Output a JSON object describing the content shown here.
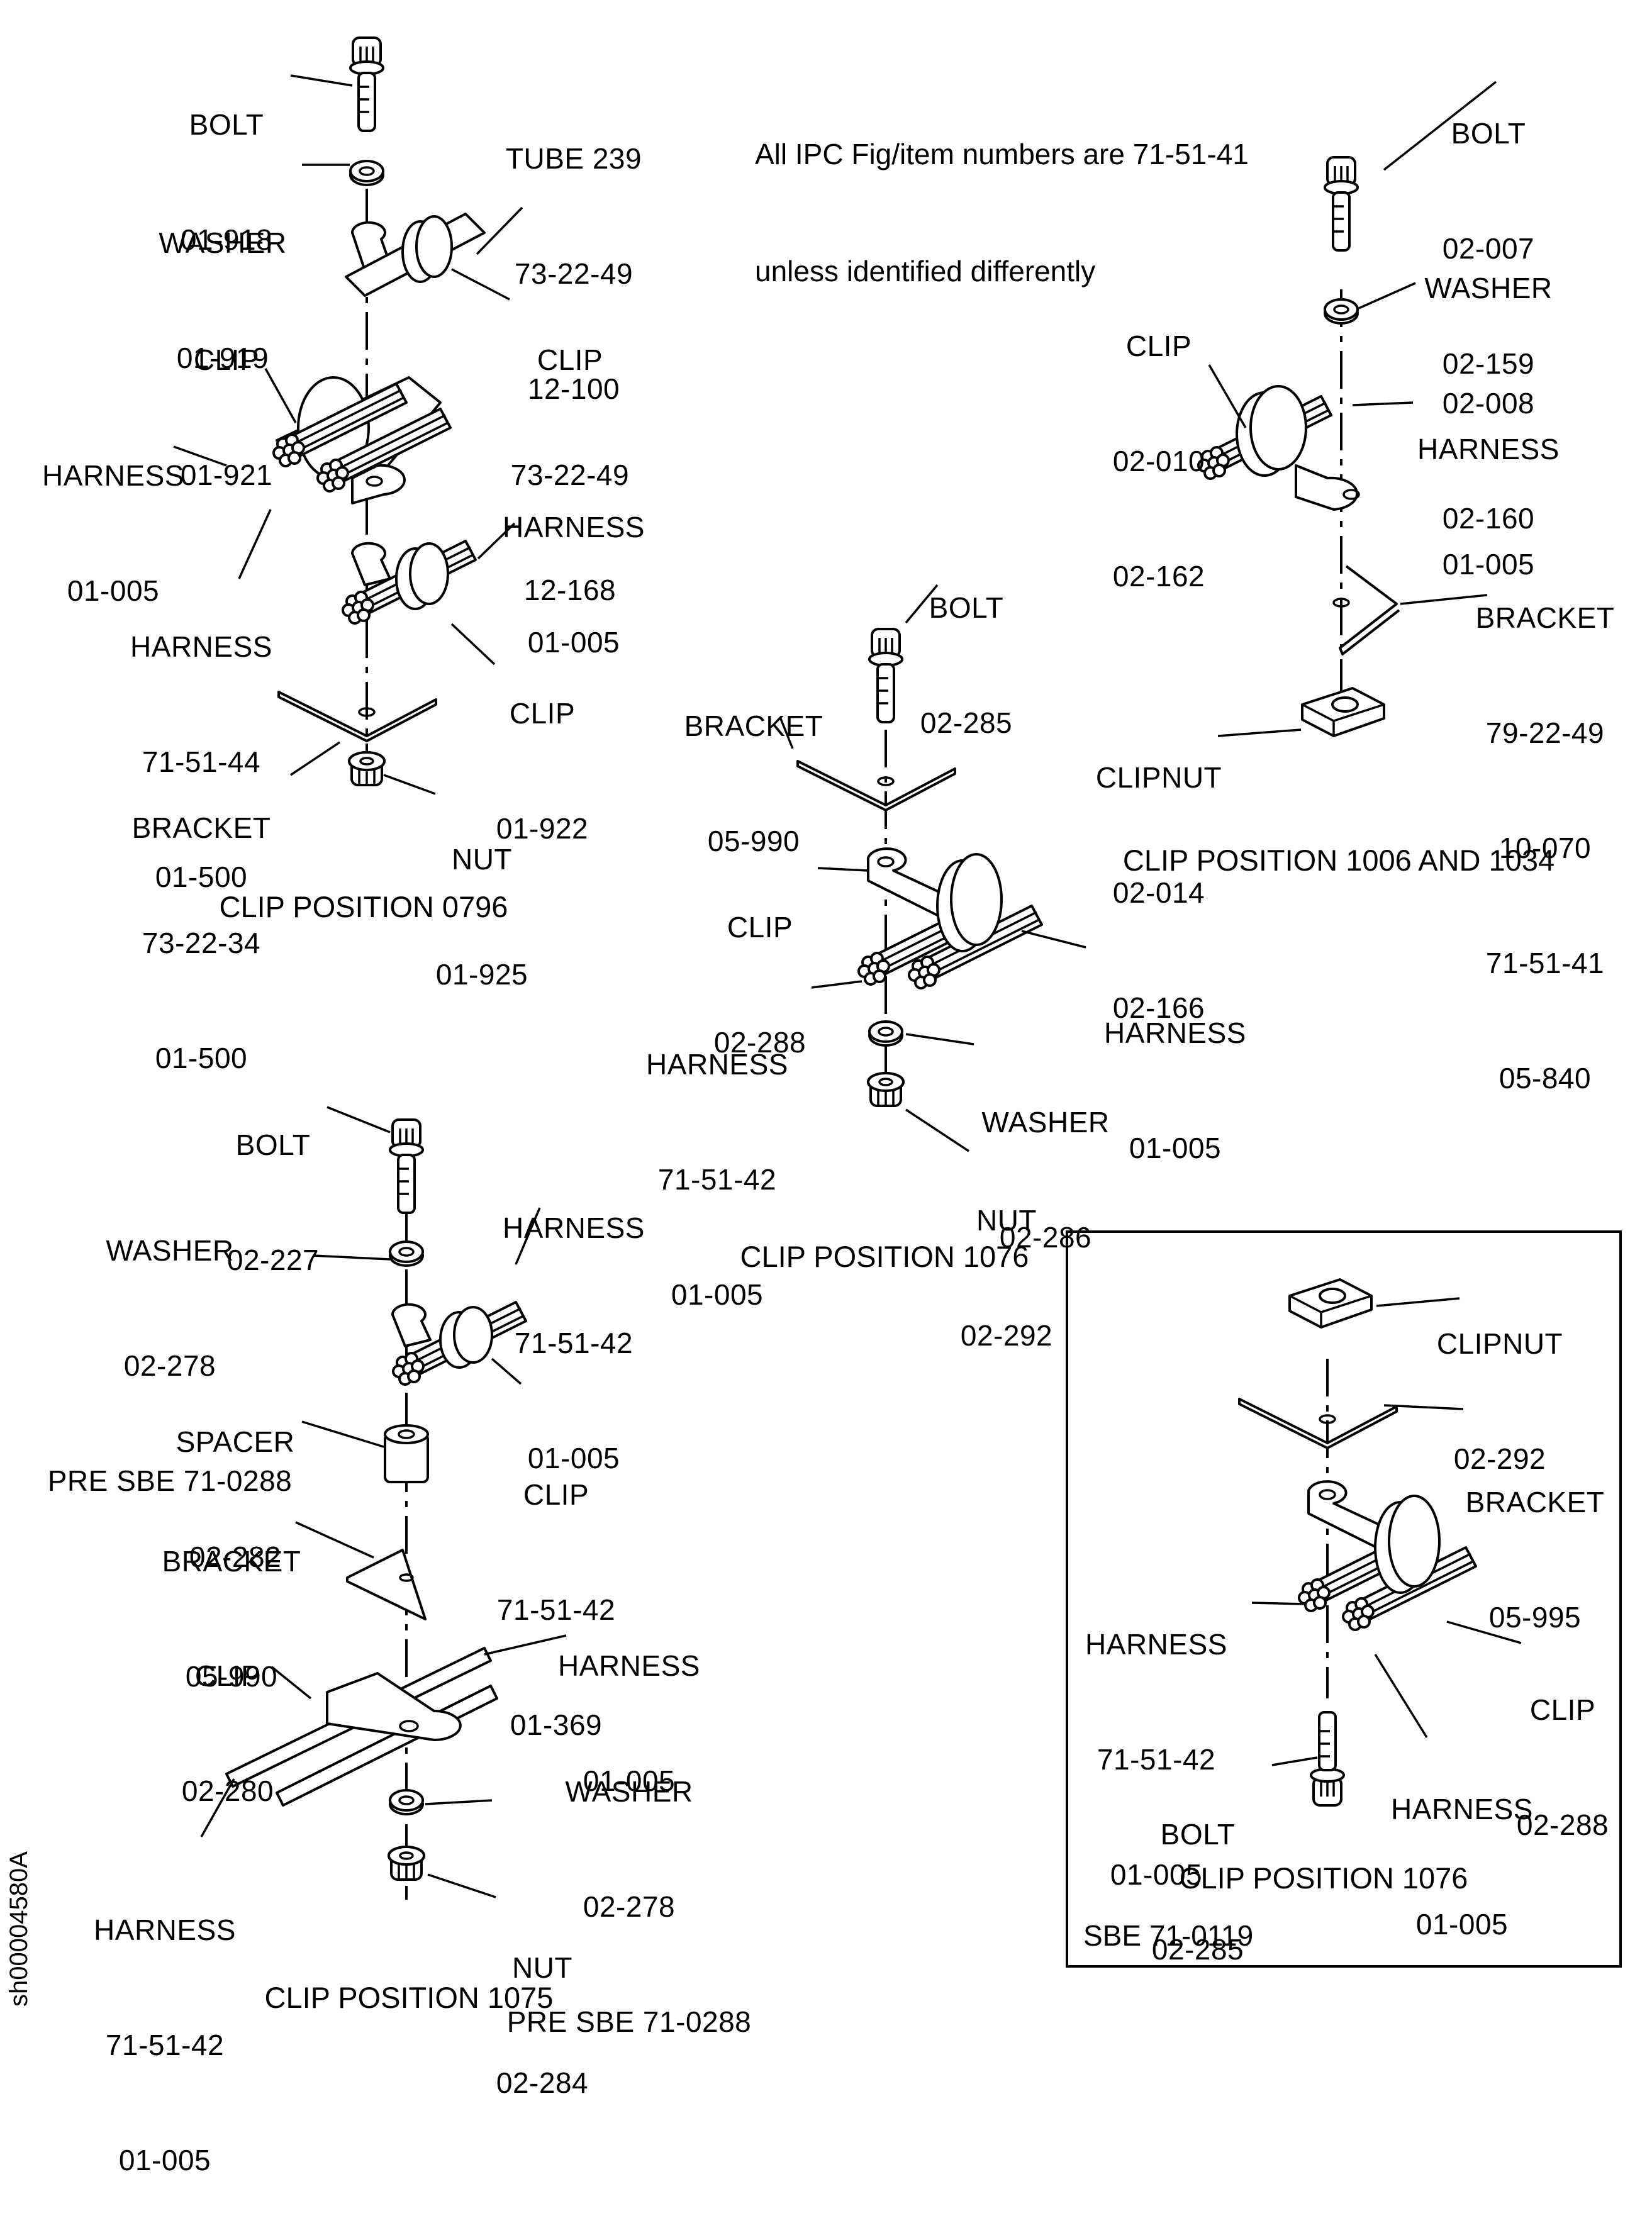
{
  "note": {
    "line1": "All IPC Fig/item numbers are 71-51-41",
    "line2": "unless identified differently"
  },
  "sheet_id": "sh00004580A",
  "views": {
    "pos0796": {
      "title": "CLIP POSITION 0796",
      "callouts": [
        {
          "name": "BOLT",
          "lines": [
            "BOLT",
            "01-918"
          ]
        },
        {
          "name": "TUBE",
          "lines": [
            "TUBE 239",
            "73-22-49",
            "12-100"
          ]
        },
        {
          "name": "WASHER",
          "lines": [
            "WASHER",
            "01-919"
          ]
        },
        {
          "name": "CLIP_A",
          "lines": [
            "CLIP",
            "01-921"
          ]
        },
        {
          "name": "CLIP_B",
          "lines": [
            "CLIP",
            "73-22-49",
            "12-168"
          ]
        },
        {
          "name": "HARNESS_A",
          "lines": [
            "HARNESS",
            "01-005"
          ]
        },
        {
          "name": "HARNESS_B",
          "lines": [
            "HARNESS",
            "01-005"
          ]
        },
        {
          "name": "HARNESS_C",
          "lines": [
            "HARNESS",
            "71-51-44",
            "01-500"
          ]
        },
        {
          "name": "CLIP_C",
          "lines": [
            "CLIP",
            "01-922"
          ]
        },
        {
          "name": "BRACKET",
          "lines": [
            "BRACKET",
            "73-22-34",
            "01-500"
          ]
        },
        {
          "name": "NUT",
          "lines": [
            "NUT",
            "01-925"
          ]
        }
      ]
    },
    "pos1006": {
      "title": "CLIP POSITION 1006 AND 1034",
      "callouts": [
        {
          "name": "BOLT",
          "lines": [
            "BOLT",
            "02-007",
            "02-159"
          ]
        },
        {
          "name": "WASHER",
          "lines": [
            "WASHER",
            "02-008",
            "02-160"
          ]
        },
        {
          "name": "CLIP",
          "lines": [
            "CLIP",
            "02-010",
            "02-162"
          ]
        },
        {
          "name": "HARNESS",
          "lines": [
            "HARNESS",
            "01-005"
          ]
        },
        {
          "name": "BRACKET",
          "lines": [
            "BRACKET",
            "79-22-49",
            "10-070",
            "71-51-41",
            "05-840"
          ]
        },
        {
          "name": "CLIPNUT",
          "lines": [
            "CLIPNUT",
            "02-014",
            "02-166"
          ]
        }
      ]
    },
    "pos1076": {
      "title": "CLIP POSITION 1076",
      "callouts": [
        {
          "name": "BOLT",
          "lines": [
            "BOLT",
            "02-285"
          ]
        },
        {
          "name": "BRACKET",
          "lines": [
            "BRACKET",
            "05-990"
          ]
        },
        {
          "name": "CLIP",
          "lines": [
            "CLIP",
            "02-288"
          ]
        },
        {
          "name": "HARNESS_A",
          "lines": [
            "HARNESS",
            "01-005"
          ]
        },
        {
          "name": "HARNESS_B",
          "lines": [
            "HARNESS",
            "71-51-42",
            "01-005"
          ]
        },
        {
          "name": "WASHER",
          "lines": [
            "WASHER",
            "02-286"
          ]
        },
        {
          "name": "NUT",
          "lines": [
            "NUT",
            "02-292"
          ]
        }
      ]
    },
    "pos1075": {
      "title": "CLIP POSITION 1075",
      "callouts": [
        {
          "name": "BOLT",
          "lines": [
            "BOLT",
            "02-227"
          ]
        },
        {
          "name": "WASHER_A",
          "lines": [
            "WASHER",
            "02-278",
            "PRE SBE 71-0288"
          ]
        },
        {
          "name": "HARNESS_A",
          "lines": [
            "HARNESS",
            "71-51-42",
            "01-005"
          ]
        },
        {
          "name": "SPACER",
          "lines": [
            "SPACER",
            "02-282"
          ]
        },
        {
          "name": "CLIP_A",
          "lines": [
            "CLIP",
            "71-51-42",
            "01-369"
          ]
        },
        {
          "name": "BRACKET",
          "lines": [
            "BRACKET",
            "05-990"
          ]
        },
        {
          "name": "CLIP_B",
          "lines": [
            "CLIP",
            "02-280"
          ]
        },
        {
          "name": "HARNESS_B",
          "lines": [
            "HARNESS",
            "01-005"
          ]
        },
        {
          "name": "WASHER_B",
          "lines": [
            "WASHER",
            "02-278",
            "PRE SBE 71-0288"
          ]
        },
        {
          "name": "HARNESS_C",
          "lines": [
            "HARNESS",
            "71-51-42",
            "01-005"
          ]
        },
        {
          "name": "NUT",
          "lines": [
            "NUT",
            "02-284"
          ]
        }
      ]
    },
    "pos1076sbe": {
      "title": "CLIP POSITION 1076",
      "inset_label": "SBE 71-0119",
      "callouts": [
        {
          "name": "CLIPNUT",
          "lines": [
            "CLIPNUT",
            "02-292"
          ]
        },
        {
          "name": "BRACKET",
          "lines": [
            "BRACKET",
            "05-995"
          ]
        },
        {
          "name": "HARNESS_A",
          "lines": [
            "HARNESS",
            "71-51-42",
            "01-005"
          ]
        },
        {
          "name": "CLIP",
          "lines": [
            "CLIP",
            "02-288"
          ]
        },
        {
          "name": "HARNESS_B",
          "lines": [
            "HARNESS",
            "01-005"
          ]
        },
        {
          "name": "BOLT",
          "lines": [
            "BOLT",
            "02-285"
          ]
        }
      ]
    }
  }
}
